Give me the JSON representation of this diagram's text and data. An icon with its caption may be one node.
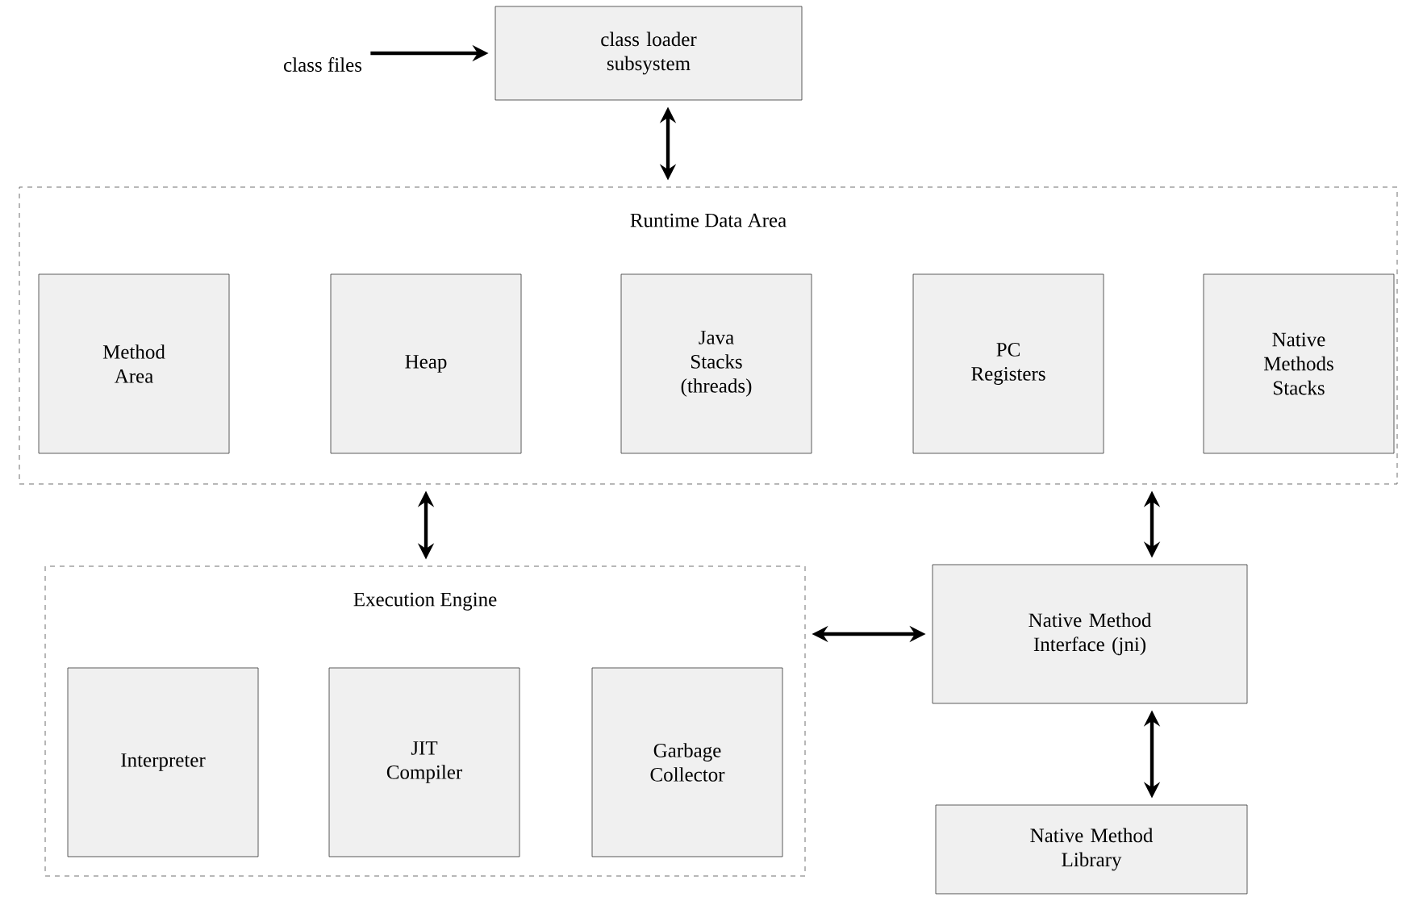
{
  "diagram": {
    "nodes": [
      {
        "text": [
          "class files"
        ]
      },
      {
        "text": [
          "class loader subsystem"
        ]
      },
      {
        "text": [
          "Runtime Data Area"
        ]
      },
      {
        "text": [
          "Method Area"
        ],
        "in": 2
      },
      {
        "text": [
          "Heap"
        ],
        "in": 2
      },
      {
        "text": [
          "Java Stacks (threads)"
        ],
        "in": 2
      },
      {
        "text": [
          "PC Registers"
        ],
        "in": 2
      },
      {
        "text": [
          "Native Methods Stacks"
        ],
        "in": 2
      },
      {
        "text": [
          "Execution Engine"
        ]
      },
      {
        "text": [
          "Interpreter"
        ],
        "in": 8
      },
      {
        "text": [
          "JIT Compiler"
        ],
        "in": 8
      },
      {
        "text": [
          "Garbage Collector"
        ],
        "in": 8
      },
      {
        "text": [
          "Native Method Interface (jni)"
        ]
      },
      {
        "text": [
          "Native Method Library"
        ]
      }
    ],
    "edges": [
      {
        "from": 0,
        "to": 1,
        "arrow": "to"
      },
      {
        "from": 1,
        "to": 2,
        "arrow": "both"
      },
      {
        "from": 2,
        "to": 8,
        "arrow": "both"
      },
      {
        "from": 2,
        "to": 12,
        "arrow": "both"
      },
      {
        "from": 8,
        "to": 12,
        "arrow": "both"
      },
      {
        "from": 12,
        "to": 13,
        "arrow": "both"
      }
    ]
  }
}
